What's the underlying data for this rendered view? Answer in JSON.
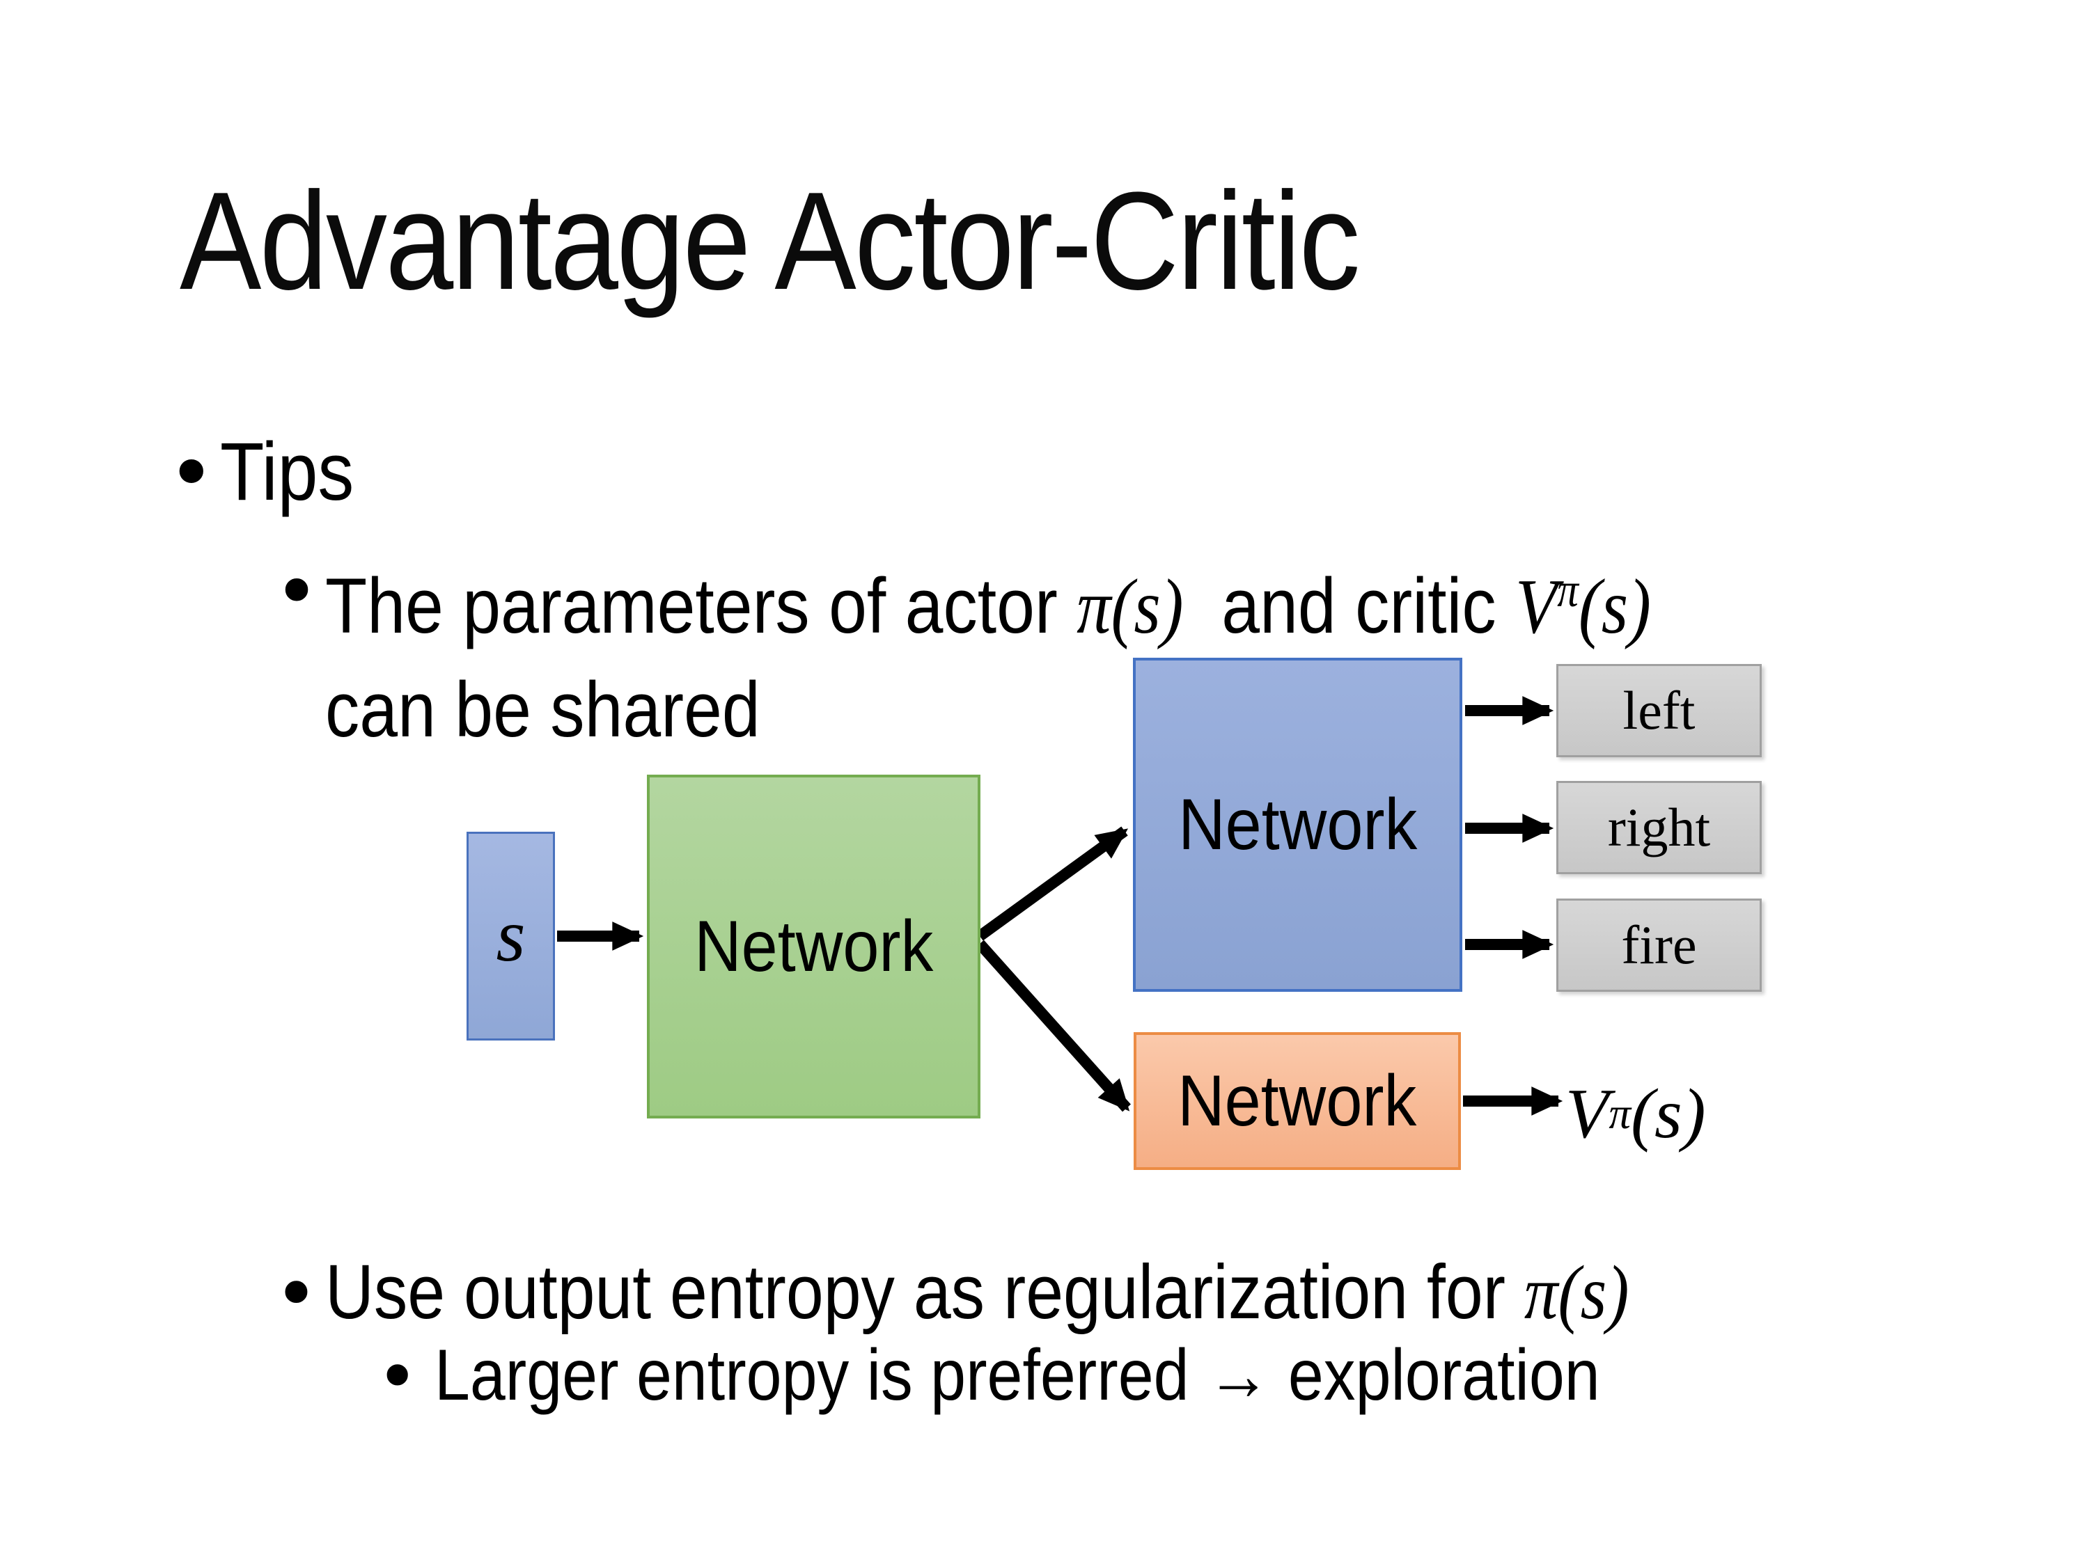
{
  "slide": {
    "title": "Advantage Actor-Critic",
    "bullet_char": "•",
    "bullets": {
      "tips": "Tips",
      "shared_line1_pre": "The parameters of actor ",
      "shared_math_actor": "π(s)",
      "shared_line1_mid": "  and critic ",
      "shared_math_critic_base": "V",
      "shared_math_critic_sup": "π",
      "shared_math_critic_arg": "(s)",
      "shared_line2": "can be shared",
      "entropy_pre": "Use output entropy as regularization for ",
      "entropy_math": "π(s)",
      "exploration_text": "Larger entropy is preferred → exploration"
    },
    "diagram": {
      "input_label": "s",
      "shared_network_label": "Network",
      "actor_network_label": "Network",
      "critic_network_label": "Network",
      "actions": [
        "left",
        "right",
        "fire"
      ],
      "critic_output_base": "V",
      "critic_output_sup": "π",
      "critic_output_arg": "(s)",
      "colors": {
        "input_box_fill": "#97acd9",
        "input_box_border": "#4a72bd",
        "shared_box_fill": "#a8d092",
        "shared_box_border": "#74ac50",
        "actor_box_fill": "#93a9d8",
        "actor_box_border": "#4472c4",
        "critic_box_fill": "#f8bc98",
        "critic_box_border": "#ec8c44",
        "action_box_fill": "#cfcfcf",
        "action_box_border": "#a0a0a0",
        "arrow_color": "#000000",
        "text_color": "#000000",
        "background": "#ffffff"
      }
    }
  }
}
